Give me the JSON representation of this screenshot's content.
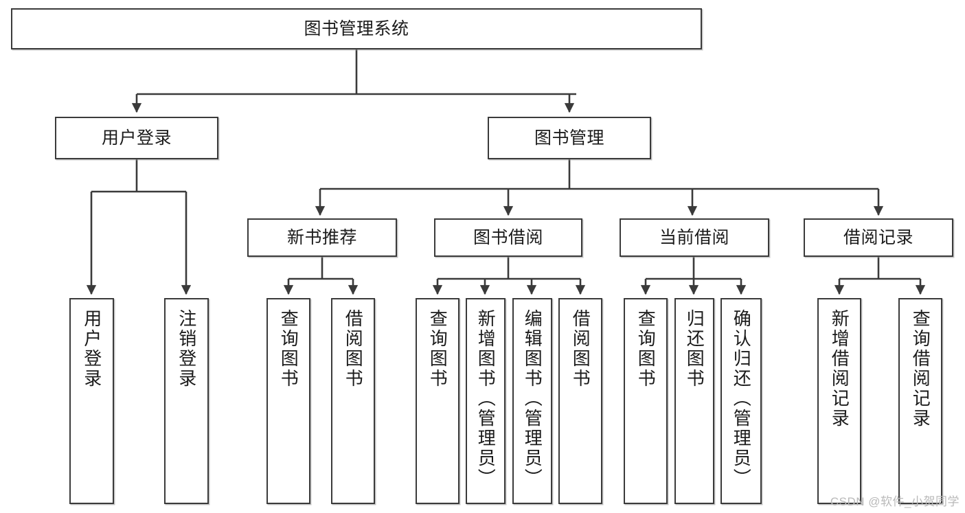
{
  "diagram": {
    "type": "tree",
    "title": "图书管理系统",
    "watermark": "CSDN @软件_小贺同学",
    "colors": {
      "stroke": "#3a3a3a",
      "text": "#1b1b1b",
      "background": "#ffffff",
      "watermark": "#b9b9b9"
    },
    "nodes": {
      "root": {
        "label": "图书管理系统"
      },
      "level1": [
        {
          "label": "用户登录"
        },
        {
          "label": "图书管理"
        }
      ],
      "level2": [
        {
          "label": "新书推荐"
        },
        {
          "label": "图书借阅"
        },
        {
          "label": "当前借阅"
        },
        {
          "label": "借阅记录"
        }
      ],
      "leaves": {
        "user_login": [
          {
            "label": "用户登录"
          },
          {
            "label": "注销登录"
          }
        ],
        "new_book": [
          {
            "label": "查询图书"
          },
          {
            "label": "借阅图书"
          }
        ],
        "borrow": [
          {
            "label": "查询图书"
          },
          {
            "label": "新增图书（管理员）"
          },
          {
            "label": "编辑图书（管理员）"
          },
          {
            "label": "借阅图书"
          }
        ],
        "current": [
          {
            "label": "查询图书"
          },
          {
            "label": "归还图书"
          },
          {
            "label": "确认归还（管理员）"
          }
        ],
        "records": [
          {
            "label": "新增借阅记录"
          },
          {
            "label": "查询借阅记录"
          }
        ]
      }
    }
  }
}
